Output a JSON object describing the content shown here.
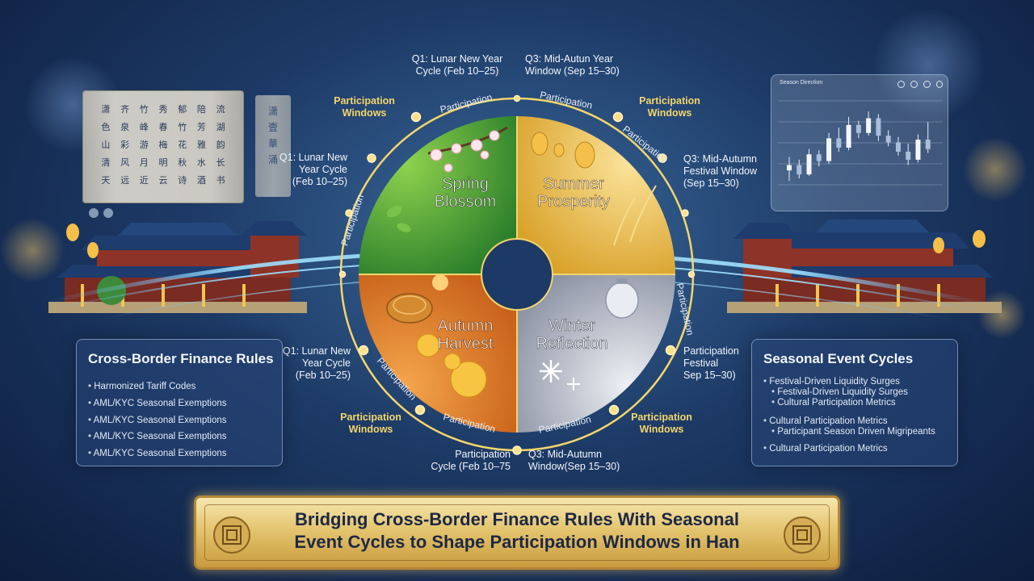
{
  "banner": {
    "line1": "Bridging Cross-Border Finance Rules With Seasonal",
    "line2": "Event Cycles to Shape Participation Windows in Han"
  },
  "wheel": {
    "quadrants": [
      {
        "line1": "Spring",
        "line2": "Blossom",
        "color": "#3f9a2f"
      },
      {
        "line1": "Summer",
        "line2": "Prosperity",
        "color": "#e5b83c"
      },
      {
        "line1": "Autumn",
        "line2": "Harvest",
        "color": "#dd7a1e"
      },
      {
        "line1": "Winter",
        "line2": "Reflection",
        "color": "#b8bcc6"
      }
    ],
    "ring_labels": [
      "Participation",
      "Participation",
      "Participation",
      "Participation",
      "Participation",
      "Participation",
      "Participation",
      "Participation"
    ]
  },
  "callouts": {
    "top_left": {
      "line1": "Q1: Lunar New Year",
      "line2": "Cycle (Feb 10–25)"
    },
    "top_right": {
      "line1": "Q3: Mid-Autun Year",
      "line2": "Window (Sep 15–30)"
    },
    "pw_top_left": {
      "line1": "Participation",
      "line2": "Windows"
    },
    "pw_top_right": {
      "line1": "Participation",
      "line2": "Windows"
    },
    "mid_left_upper": {
      "line1": "Q1: Lunar New",
      "line2": "Year Cycle",
      "line3": "(Feb 10–25)"
    },
    "mid_right_upper": {
      "line1": "Q3: Mid-Autumn",
      "line2": "Festival Window",
      "line3": "(Sep 15–30)"
    },
    "mid_left_lower": {
      "line1": "Q1: Lunar New",
      "line2": "Year Cycle",
      "line3": "(Feb 10–25)"
    },
    "mid_right_lower": {
      "line1": "Participation",
      "line2": "Festival",
      "line3": "Sep 15–30)"
    },
    "pw_bottom_left": {
      "line1": "Participation",
      "line2": "Windows"
    },
    "pw_bottom_right": {
      "line1": "Participation",
      "line2": "Windows"
    },
    "bottom_left": {
      "line1": "Participation",
      "line2": "Cycle (Feb 10–75"
    },
    "bottom_right": {
      "line1": "Q3: Mid-Autumn",
      "line2": "Window(Sep 15–30)"
    }
  },
  "left_panel": {
    "title": "Cross-Border Finance Rules",
    "items": [
      "Harmonized Tariff Codes",
      "AML/KYC Seasonal Exemptions",
      "AML/KYC Seasonal Exemptions",
      "AML/KYC Seasonal Exemptions",
      "AML/KYC Seasonal Exemptions"
    ]
  },
  "right_panel": {
    "title": "Seasonal Event Cycles",
    "items": [
      "Festival-Driven Liquidity Surges",
      "Festival-Driven Liquidity Surges",
      "Cultural Participation Metrics",
      "Cultural Participation Metrics",
      "Participant Season Driven Migripeants",
      "Cultural Participation Metrics"
    ]
  },
  "chart_panel": {
    "title": "Season Direction",
    "candles": [
      {
        "o": 58,
        "c": 62,
        "h": 68,
        "l": 50
      },
      {
        "o": 62,
        "c": 55,
        "h": 66,
        "l": 52
      },
      {
        "o": 55,
        "c": 70,
        "h": 74,
        "l": 54
      },
      {
        "o": 70,
        "c": 65,
        "h": 73,
        "l": 61
      },
      {
        "o": 65,
        "c": 82,
        "h": 86,
        "l": 63
      },
      {
        "o": 82,
        "c": 75,
        "h": 90,
        "l": 72
      },
      {
        "o": 75,
        "c": 92,
        "h": 98,
        "l": 73
      },
      {
        "o": 92,
        "c": 86,
        "h": 95,
        "l": 82
      },
      {
        "o": 86,
        "c": 97,
        "h": 102,
        "l": 84
      },
      {
        "o": 97,
        "c": 84,
        "h": 100,
        "l": 80
      },
      {
        "o": 84,
        "c": 79,
        "h": 88,
        "l": 76
      },
      {
        "o": 79,
        "c": 72,
        "h": 83,
        "l": 69
      },
      {
        "o": 72,
        "c": 66,
        "h": 78,
        "l": 62
      },
      {
        "o": 66,
        "c": 81,
        "h": 85,
        "l": 64
      },
      {
        "o": 81,
        "c": 74,
        "h": 94,
        "l": 71
      }
    ]
  },
  "scroll": {
    "glyphs": [
      "潇",
      "齐",
      "竹",
      "秀",
      "郁",
      "陪",
      "流",
      "色",
      "泉",
      "峰",
      "春",
      "竹",
      "芳",
      "湖",
      "山",
      "彩",
      "游",
      "梅",
      "花",
      "雅",
      "韵",
      "清",
      "风",
      "月",
      "明",
      "秋",
      "水",
      "长",
      "天",
      "远",
      "近",
      "云",
      "诗",
      "酒",
      "书"
    ],
    "side_glyphs": [
      "潇",
      "壹",
      "華",
      "涌"
    ]
  }
}
